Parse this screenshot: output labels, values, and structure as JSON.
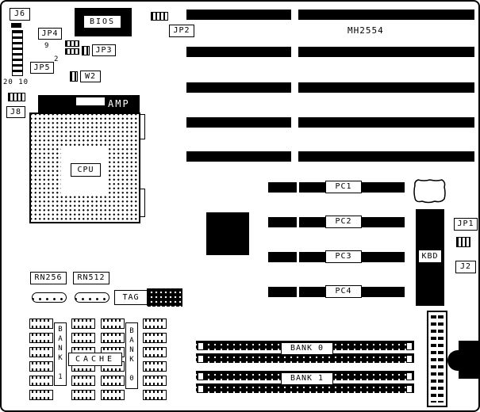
{
  "colors": {
    "line": "#000000",
    "background": "#ffffff"
  },
  "board": {
    "model": "MH2554"
  },
  "labels": {
    "j6": "J6",
    "j6_pins": "20 10",
    "j8": "J8",
    "jp4": "JP4",
    "jp4_pin9": "9",
    "jp4_pin2": "2",
    "jp5": "JP5",
    "jp3": "JP3",
    "jp2": "JP2",
    "jp1": "JP1",
    "j2": "J2",
    "w2": "W2",
    "bios": "BIOS",
    "amp": "AMP",
    "cpu": "CPU",
    "kbd": "KBD",
    "tag": "TAG",
    "rn256": "RN256",
    "rn512": "RN512"
  },
  "pci_slots": [
    {
      "label": "PC1"
    },
    {
      "label": "PC2"
    },
    {
      "label": "PC3"
    },
    {
      "label": "PC4"
    }
  ],
  "cache": {
    "bank1_vertical": "BANK 1",
    "cache": "CACHE",
    "bank0_vertical": "BANK 0"
  },
  "memory": {
    "bank0": "BANK 0",
    "bank1": "BANK 1"
  }
}
